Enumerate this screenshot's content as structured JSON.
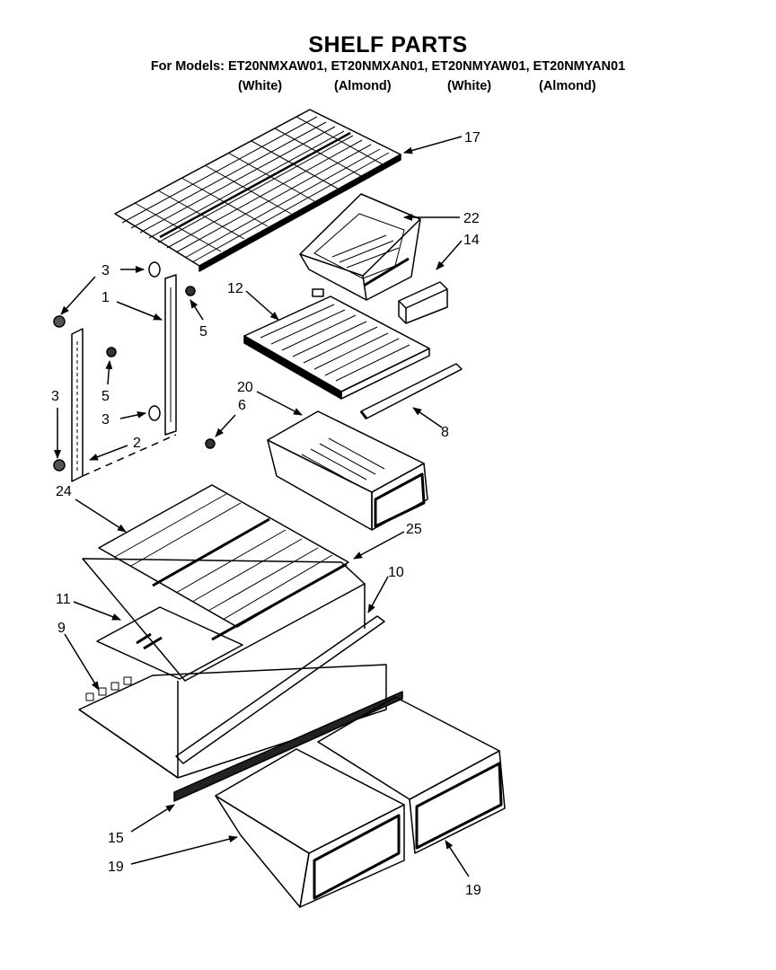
{
  "header": {
    "title": "SHELF PARTS",
    "models": "For Models: ET20NMXAW01, ET20NMXAN01, ET20NMYAW01, ET20NMYAN01",
    "colors": [
      "(White)",
      "(Almond)",
      "(White)",
      "(Almond)"
    ]
  },
  "callouts": {
    "c17": "17",
    "c22": "22",
    "c14": "14",
    "c12": "12",
    "c3a": "3",
    "c1": "1",
    "c5a": "5",
    "c5b": "5",
    "c3b": "3",
    "c3c": "3",
    "c6": "6",
    "c2": "2",
    "c20": "20",
    "c8": "8",
    "c24": "24",
    "c25": "25",
    "c10": "10",
    "c11": "11",
    "c9": "9",
    "c15": "15",
    "c19a": "19",
    "c19b": "19"
  }
}
